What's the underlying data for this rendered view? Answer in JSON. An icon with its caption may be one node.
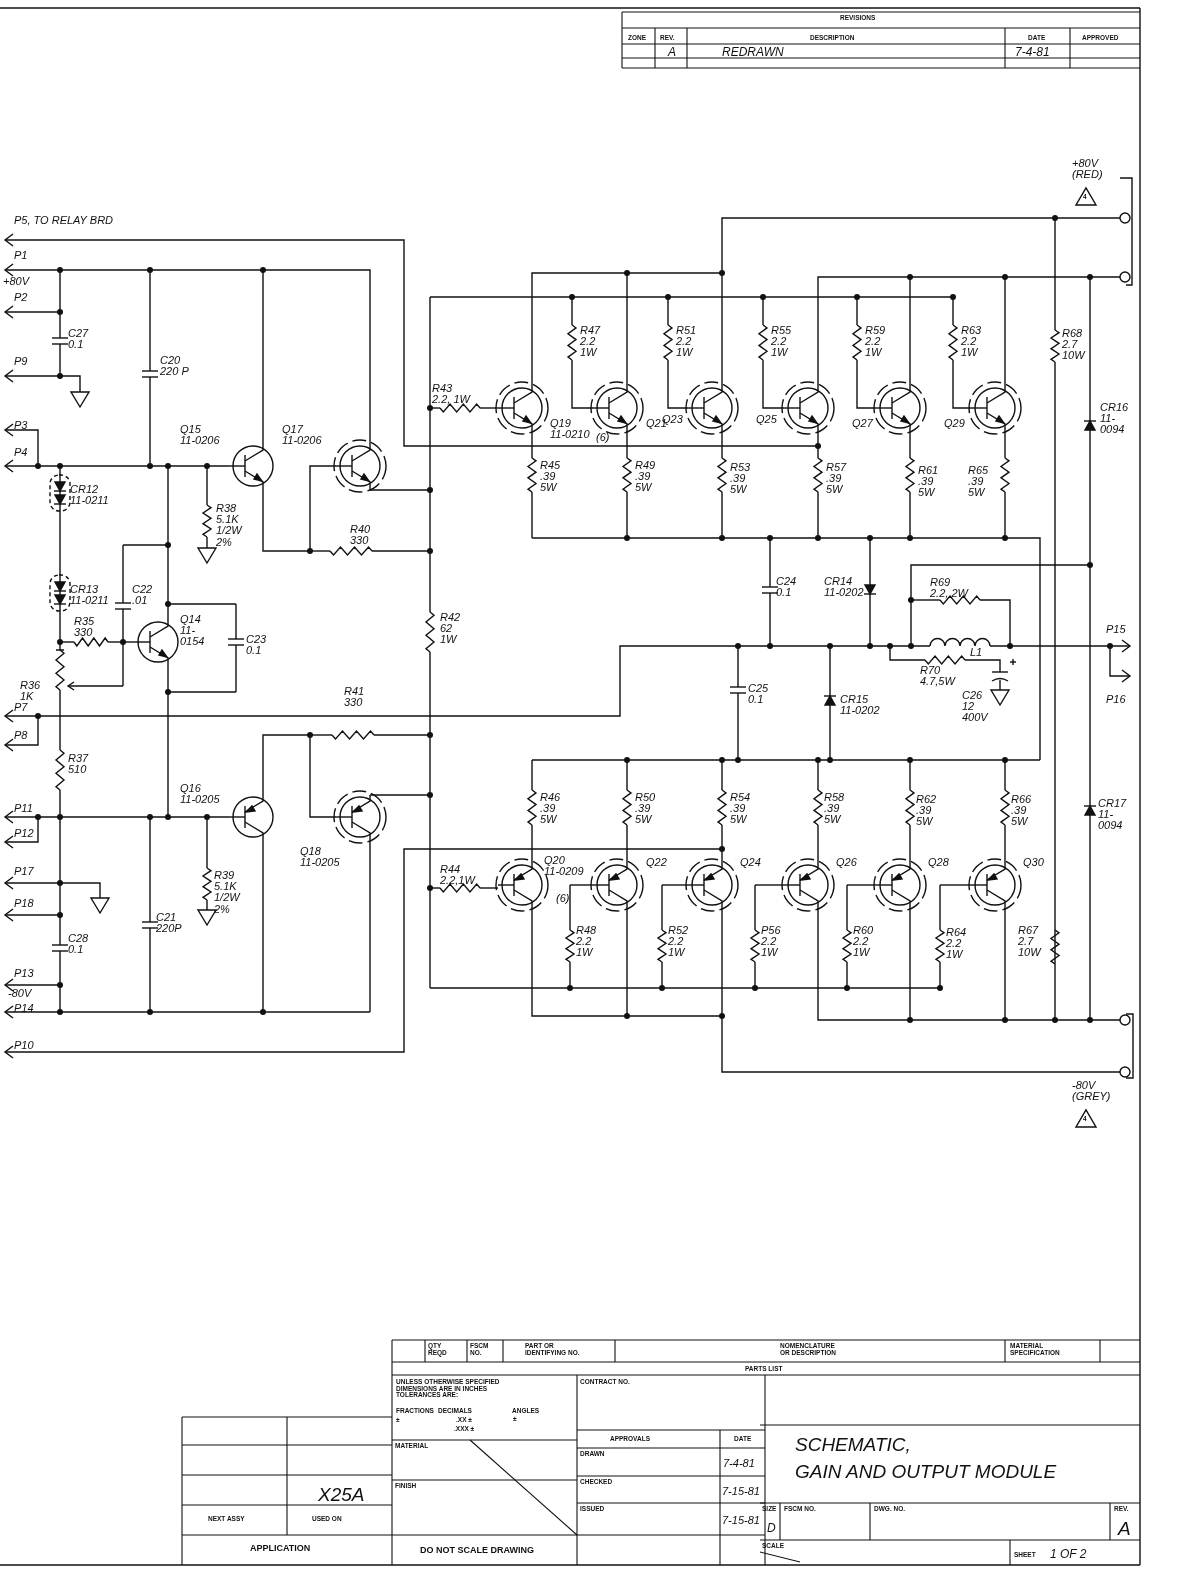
{
  "diagram": {
    "title": "SCHEMATIC, GAIN AND OUTPUT MODULE",
    "labels": [
      "REVISIONS",
      "ZONE",
      "REV.",
      "DESCRIPTION",
      "DATE",
      "APPROVED",
      "A",
      "REDRAWN",
      "7-4-81",
      "+80V (RED)",
      "4",
      "P5, TO RELAY BRD",
      "P1",
      "+80V",
      "P2",
      "C27 0.1",
      "C20 220 P",
      "P9",
      "P3",
      "P4",
      "Q15 11-0206",
      "Q17 11-0206",
      "R43 2.2, 1W",
      "Q19 11-0210",
      "(6)",
      "Q21",
      "Q23",
      "Q25",
      "Q27",
      "Q29",
      "R47 2.2 1W",
      "R51 2.2 1W",
      "R55 2.2 1W",
      "R59 2.2 1W",
      "R63 2.2 1W",
      "R68 2.7 10W",
      "CR16 11- 0094",
      "CR12 11-0211",
      "R38 5.1K 1/2W 2%",
      "R45 .39 5W",
      "R49 .39 5W",
      "R53 .39 5W",
      "R57 .39 5W",
      "R61 .39 5W",
      "R65 .39 5W",
      "R40 330",
      "C24 0.1",
      "CR14 11-0202",
      "CR13 11-0211",
      "C22 .01",
      "R69 2.2, 2W",
      "Q14 11- 0154",
      "R42 62 1W",
      "R35 330",
      "C23 0.1",
      "P15",
      "L1",
      "R70 4.7,5W",
      "R36 1K",
      "C25 0.1",
      "CR15 11-0202",
      "C26 12 400V",
      "P16",
      "P7",
      "R41 330",
      "P8",
      "R37 510",
      "Q16 11-0205",
      "R46 .39 5W",
      "R50 .39 5W",
      "R54 .39 5W",
      "R58 .39 5W",
      "R62 .39 5W",
      "R66 .39 5W",
      "CR17 11- 0094",
      "P11",
      "P12",
      "Q18 11-0205",
      "Q20 11-0209",
      "(6)",
      "Q22",
      "Q24",
      "Q26",
      "Q28",
      "Q30",
      "R44 2.2,1W",
      "P17",
      "R39 5.1K 1/2W 2%",
      "P18",
      "C21 220P",
      "R48 2.2 1W",
      "R52 2.2 1W",
      "P56 2.2 1W",
      "R60 2.2 1W",
      "R64 2.2 1W",
      "R67 2.7 10W",
      "C28 0.1",
      "P13",
      "-80V",
      "P14",
      "P10",
      "-80V (GREY)",
      "4",
      "QTY REQD",
      "FSCM NO.",
      "PART OR IDENTIFYING NO.",
      "NOMENCLATURE OR DESCRIPTION",
      "MATERIAL SPECIFICATION",
      "PARTS LIST",
      "UNLESS OTHERWISE SPECIFIED DIMENSIONS ARE IN INCHES TOLERANCES ARE:",
      "FRACTIONS",
      "DECIMALS",
      "ANGLES",
      "±",
      ".XX ±",
      ".XXX ±",
      "±",
      "CONTRACT NO.",
      "APPROVALS",
      "DATE",
      "MATERIAL",
      "DRAWN",
      "7-4-81",
      "X25A",
      "CHECKED",
      "7-15-81",
      "FINISH",
      "ISSUED",
      "7-15-81",
      "NEXT ASSY",
      "USED ON",
      "SIZE",
      "FSCM NO.",
      "DWG. NO.",
      "REV.",
      "D",
      "A",
      "APPLICATION",
      "DO NOT SCALE DRAWING",
      "SCALE",
      "SHEET",
      "1 OF 2"
    ]
  }
}
